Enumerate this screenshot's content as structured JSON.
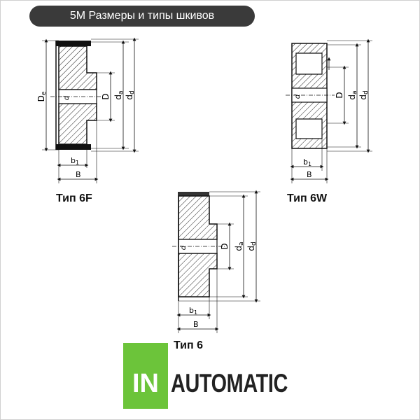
{
  "header": {
    "title": "5M Размеры и типы шкивов"
  },
  "types": {
    "type_6f": "Тип 6F",
    "type_6w": "Тип 6W",
    "type_6": "Тип 6"
  },
  "dims": {
    "D_e": "D",
    "D_e_sub": "e",
    "D": "D",
    "d": "d",
    "d_a": "d",
    "d_a_sub": "a",
    "d_d": "d",
    "d_d_sub": "d",
    "b1": "b",
    "b1_sub": "1",
    "B": "B"
  },
  "logo": {
    "mark": "IN",
    "name": "AUTOMATIC"
  },
  "colors": {
    "pill": "#3a3a3a",
    "logo_green": "#6cc43a",
    "ink": "#111111"
  }
}
